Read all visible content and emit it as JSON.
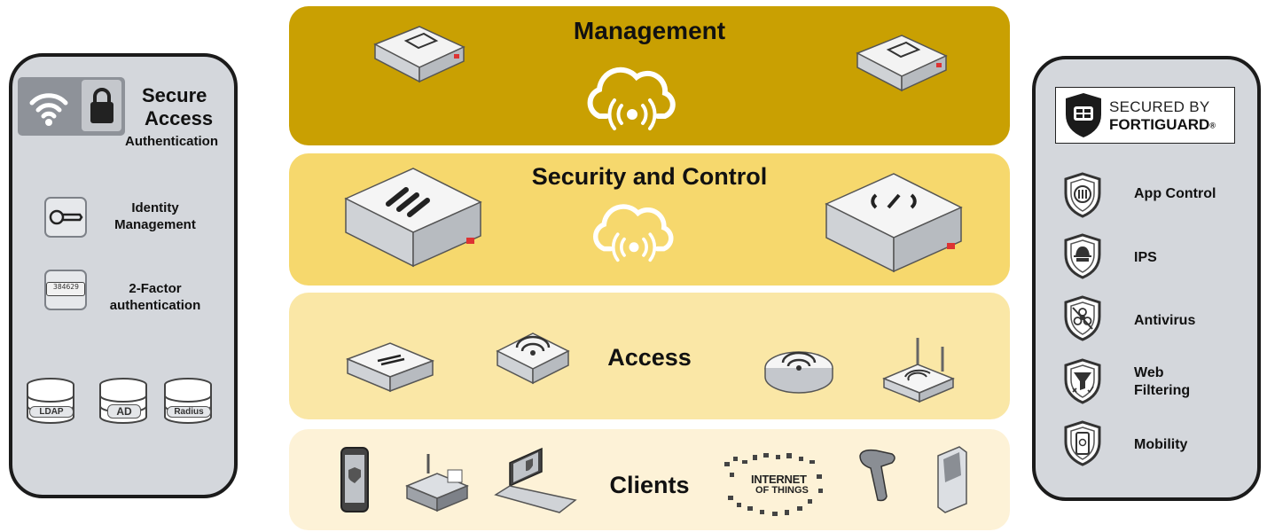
{
  "left_panel": {
    "title_line1": "Secure",
    "title_line2": "Access",
    "subtitle": "Authentication",
    "items": [
      {
        "label_line1": "Identity",
        "label_line2": "Management",
        "icon": "key-icon"
      },
      {
        "label_line1": "2-Factor",
        "label_line2": "authentication",
        "icon": "token-icon",
        "token_code": "384629"
      }
    ],
    "directories": [
      {
        "label": "LDAP",
        "icon": "database-icon"
      },
      {
        "label": "AD",
        "icon": "database-icon"
      },
      {
        "label": "Radius",
        "icon": "database-icon"
      }
    ]
  },
  "layers": [
    {
      "title": "Management",
      "color": "#c9a002"
    },
    {
      "title": "Security and Control",
      "color": "#f6d86d"
    },
    {
      "title": "Access",
      "color": "#fae7a6"
    },
    {
      "title": "Clients",
      "color": "#fdf2d7"
    }
  ],
  "clients": {
    "iot_line1": "INTERNET",
    "iot_line2": "OF THINGS"
  },
  "right_panel": {
    "badge_line1": "SECURED BY",
    "badge_line2": "FORTIGUARD",
    "badge_mark": "®",
    "services": [
      {
        "label_line1": "App Control",
        "label_line2": "",
        "icon": "app-control-shield-icon"
      },
      {
        "label_line1": "IPS",
        "label_line2": "",
        "icon": "ips-shield-icon"
      },
      {
        "label_line1": "Antivirus",
        "label_line2": "",
        "icon": "antivirus-shield-icon"
      },
      {
        "label_line1": "Web",
        "label_line2": "Filtering",
        "icon": "web-filter-shield-icon"
      },
      {
        "label_line1": "Mobility",
        "label_line2": "",
        "icon": "mobility-shield-icon"
      }
    ]
  }
}
